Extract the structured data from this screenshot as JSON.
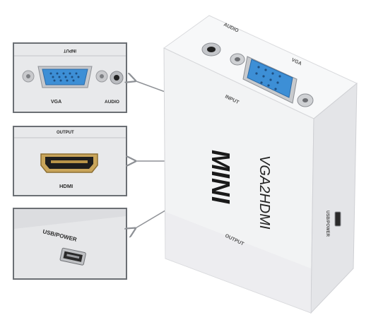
{
  "insets": {
    "vga": {
      "top_text": "INPUT",
      "vga_label": "VGA",
      "audio_label": "AUDIO"
    },
    "hdmi": {
      "top_text": "OUTPUT",
      "hdmi_label": "HDMI"
    },
    "usb": {
      "label": "USB/POWER"
    }
  },
  "device": {
    "brand": "MINI",
    "model": "VGA2HDMI",
    "input_label": "INPUT",
    "output_label": "OUTPUT",
    "audio_label": "AUDIO",
    "vga_label": "VGA",
    "usb_label": "USB/POWER"
  },
  "colors": {
    "vga_port": "#3d8fd6",
    "hdmi_gold": "#c9a55a",
    "device_white": "#f4f5f6",
    "inset_border": "#6b6f74"
  }
}
